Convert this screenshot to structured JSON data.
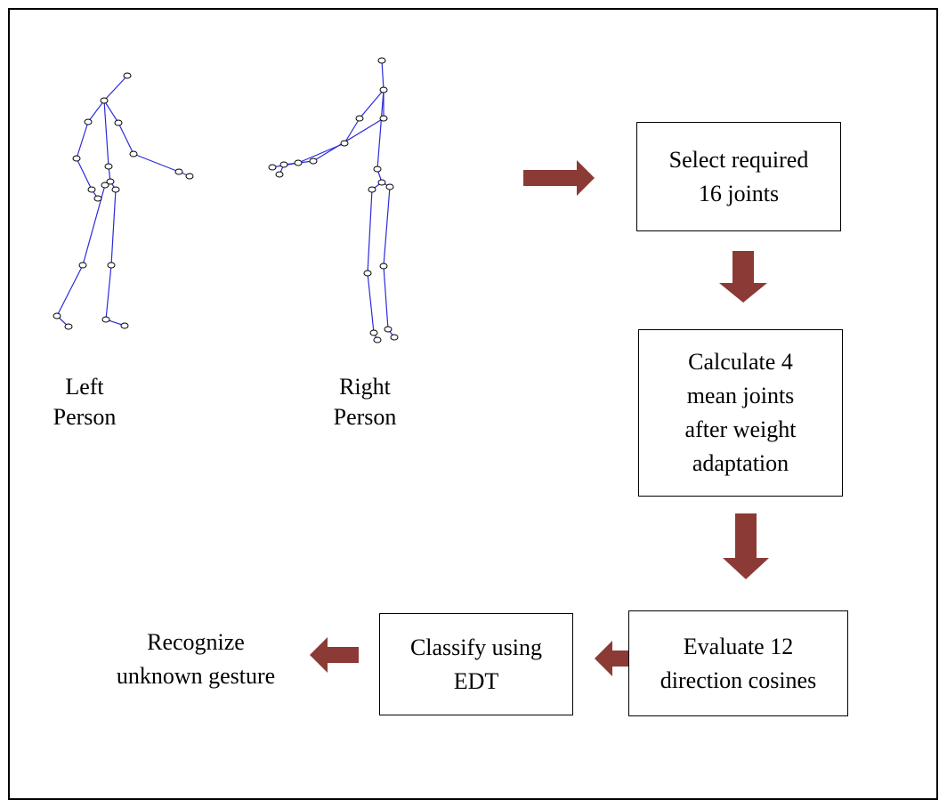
{
  "skeletons": {
    "left_label": "Left\nPerson",
    "right_label": "Right\nPerson"
  },
  "steps": {
    "select": "Select required\n16 joints",
    "calculate": "Calculate 4\nmean joints\nafter weight\nadaptation",
    "evaluate": "Evaluate 12\ndirection cosines",
    "classify": "Classify using\nEDT",
    "recognize": "Recognize\nunknown gesture"
  },
  "colors": {
    "arrow": "#8b3a35",
    "skeleton_line": "#2b2bd9",
    "joint": "#000000"
  }
}
